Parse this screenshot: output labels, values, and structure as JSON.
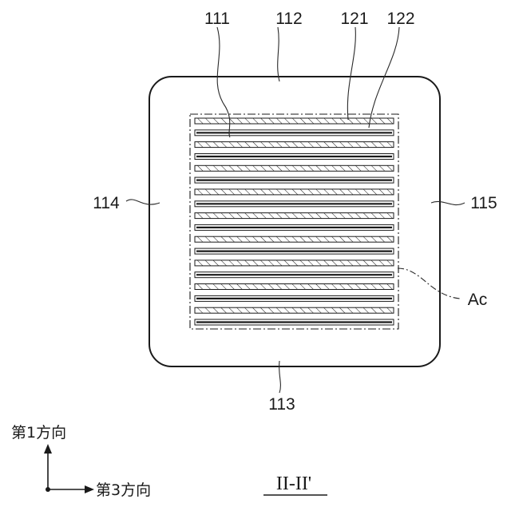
{
  "labels": {
    "ref_111": "111",
    "ref_112": "112",
    "ref_121": "121",
    "ref_122": "122",
    "ref_114": "114",
    "ref_115": "115",
    "ref_113": "113",
    "ref_ac": "Ac"
  },
  "axes": {
    "first_direction": "第1方向",
    "third_direction": "第3方向"
  },
  "section_label": "II-II'",
  "strips": {
    "count_solid": 9,
    "count_hatched": 9,
    "order": "alternating-hatched-first"
  },
  "colors": {
    "line": "#1a1a1a",
    "background": "#ffffff"
  }
}
